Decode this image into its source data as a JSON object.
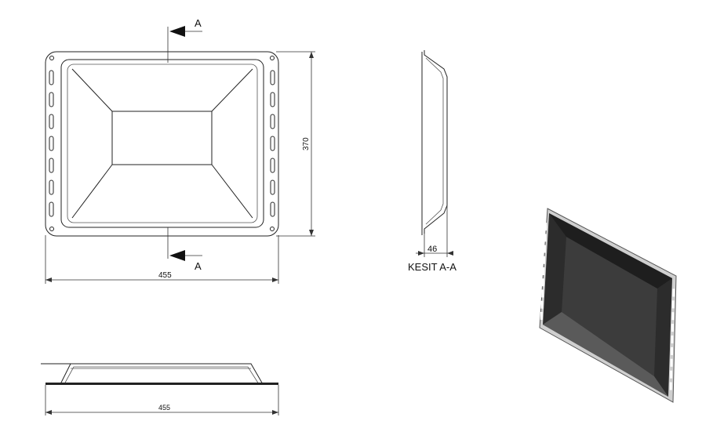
{
  "drawing": {
    "section_marker_top": "A",
    "section_marker_bottom": "A",
    "section_caption": "KESIT A-A"
  },
  "dimensions": {
    "top_view_width": "455",
    "top_view_height": "370",
    "section_depth": "46",
    "side_view_width": "455"
  },
  "colors": {
    "line": "#222222",
    "tray_dark": "#2c2c2c",
    "tray_rim": "#cfcfcf"
  }
}
